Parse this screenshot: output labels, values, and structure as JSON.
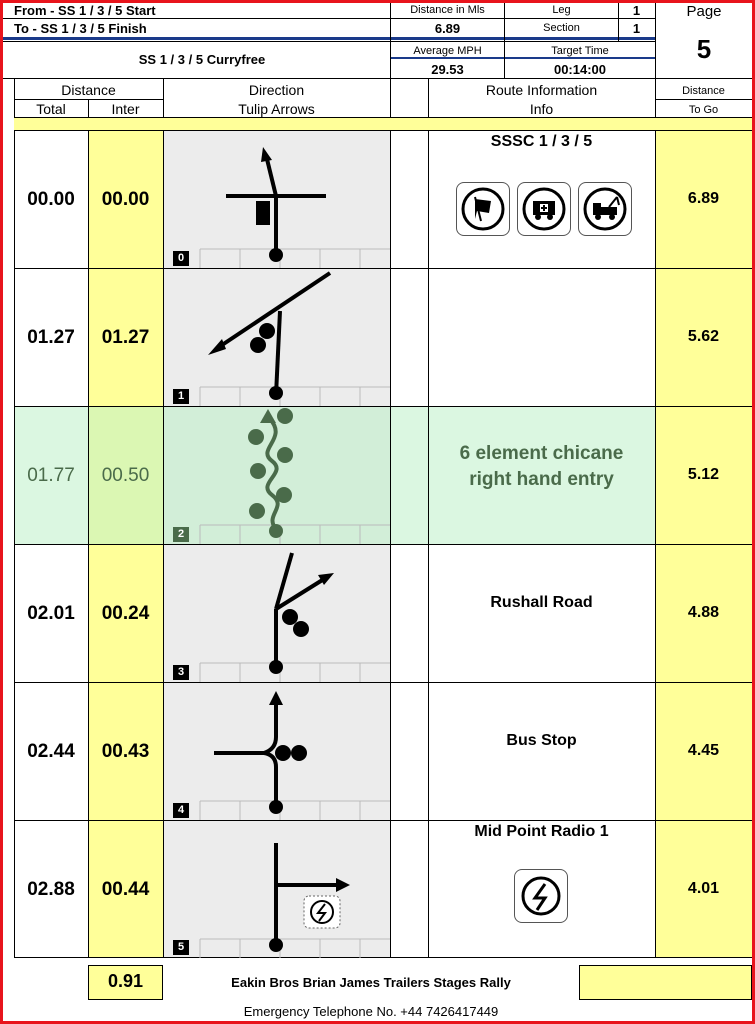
{
  "header": {
    "from": "From - SS 1 / 3 / 5  Start",
    "to": "To - SS 1 / 3 / 5  Finish",
    "stage_name": "SS 1 / 3 / 5 Curryfree",
    "distance_label": "Distance in Mls",
    "distance_value": "6.89",
    "avg_mph_label": "Average MPH",
    "avg_mph_value": "29.53",
    "leg_label": "Leg",
    "leg_value": "1",
    "section_label": "Section",
    "section_value": "1",
    "target_label": "Target Time",
    "target_value": "00:14:00",
    "page_label": "Page",
    "page_value": "5"
  },
  "columns": {
    "distance": "Distance",
    "total": "Total",
    "inter": "Inter",
    "direction": "Direction",
    "tulip": "Tulip Arrows",
    "route_info": "Route Information",
    "info": "Info",
    "dtg1": "Distance",
    "dtg2": "To Go"
  },
  "rows": [
    {
      "num": "0",
      "total": "00.00",
      "inter": "00.00",
      "info": "SSSC 1 / 3 / 5",
      "info2": "",
      "to_go": "6.89",
      "icons": [
        "flag-icon",
        "ambulance-icon",
        "tow-truck-icon"
      ]
    },
    {
      "num": "1",
      "total": "01.27",
      "inter": "01.27",
      "info": "",
      "info2": "",
      "to_go": "5.62",
      "icons": []
    },
    {
      "num": "2",
      "total": "01.77",
      "inter": "00.50",
      "info": "6 element chicane",
      "info2": "right hand entry",
      "to_go": "5.12",
      "icons": []
    },
    {
      "num": "3",
      "total": "02.01",
      "inter": "00.24",
      "info": "Rushall Road",
      "info2": "",
      "to_go": "4.88",
      "icons": []
    },
    {
      "num": "4",
      "total": "02.44",
      "inter": "00.43",
      "info": "Bus Stop",
      "info2": "",
      "to_go": "4.45",
      "icons": []
    },
    {
      "num": "5",
      "total": "02.88",
      "inter": "00.44",
      "info": "Mid Point Radio 1",
      "info2": "",
      "to_go": "4.01",
      "icons": [
        "radio-icon"
      ]
    }
  ],
  "footer": {
    "inter_total": "0.91",
    "event": "Eakin Bros Brian James Trailers Stages Rally",
    "emergency": "Emergency Telephone No. +44 7426417449"
  }
}
